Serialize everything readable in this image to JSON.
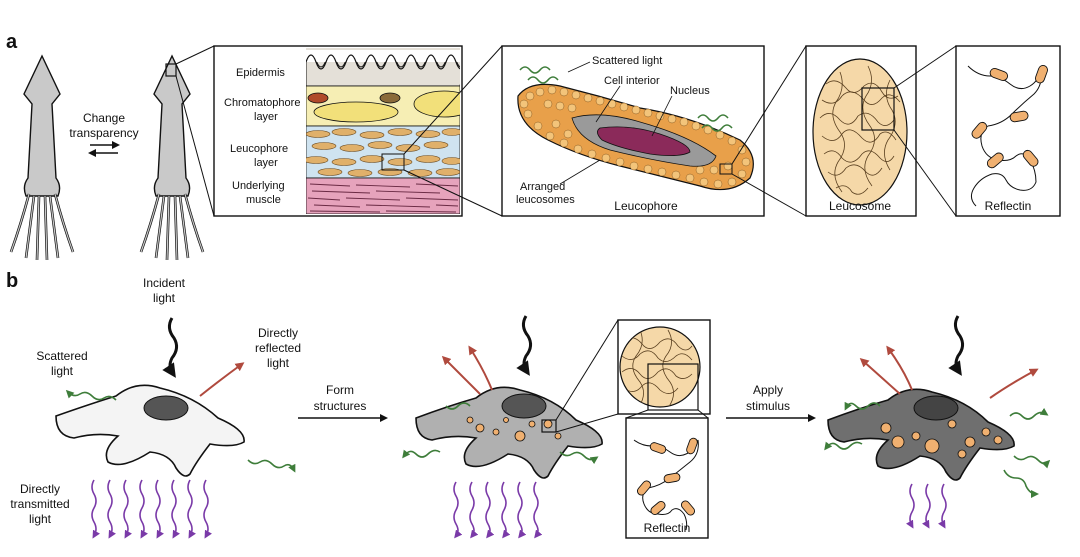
{
  "panel_a": {
    "letter": "a",
    "arrow_label_1": "Change",
    "arrow_label_2": "transparency",
    "layers": {
      "epidermis": "Epidermis",
      "chromatophore_1": "Chromatophore",
      "chromatophore_2": "layer",
      "leucophore_1": "Leucophore",
      "leucophore_2": "layer",
      "muscle_1": "Underlying",
      "muscle_2": "muscle"
    },
    "leucophore": {
      "scattered_light": "Scattered light",
      "cell_interior": "Cell interior",
      "nucleus": "Nucleus",
      "arranged_1": "Arranged",
      "arranged_2": "leucosomes",
      "caption": "Leucophore"
    },
    "leucosome_caption": "Leucosome",
    "reflectin_caption": "Reflectin"
  },
  "panel_b": {
    "letter": "b",
    "incident_1": "Incident",
    "incident_2": "light",
    "scattered_1": "Scattered",
    "scattered_2": "light",
    "reflected_1": "Directly",
    "reflected_2": "reflected",
    "reflected_3": "light",
    "transmitted_1": "Directly",
    "transmitted_2": "transmitted",
    "transmitted_3": "light",
    "form_1": "Form",
    "form_2": "structures",
    "apply_1": "Apply",
    "apply_2": "stimulus",
    "reflectin_caption": "Reflectin"
  },
  "colors": {
    "squid_fill": "#c9c9c9",
    "epidermis": "#e4e0d8",
    "chromatophore_layer": "#f6eeb4",
    "leucophore_layer": "#cfe3f0",
    "muscle": "#e6a3bc",
    "leucosome": "#f0b070",
    "nucleus": "#8b2a5a",
    "scattered_light": "#3e7d3a",
    "reflected_light": "#b04a3e",
    "transmitted_light": "#7a3aa8"
  }
}
